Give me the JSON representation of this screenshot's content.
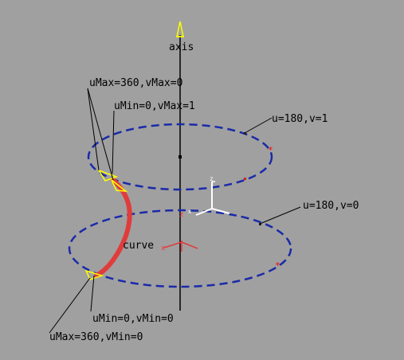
{
  "labels": {
    "axis": "axis",
    "curve": "curve",
    "top_seam": "uMax=360,vMax=0",
    "top_min": "uMin=0,vMax=1",
    "top_right": "u=180,v=1",
    "bottom_right": "u=180,v=0",
    "bottom_min": "uMin=0,vMin=0",
    "bottom_seam": "uMax=360,vMin=0"
  },
  "colors": {
    "background": "#a0a0a0",
    "axis": "#000000",
    "profile_curve": "#e03c3c",
    "isoparm": "#1a2aa8",
    "manipulator": "#ffff00",
    "cv_marker": "#ff0000",
    "pivot": "#ffffff"
  }
}
